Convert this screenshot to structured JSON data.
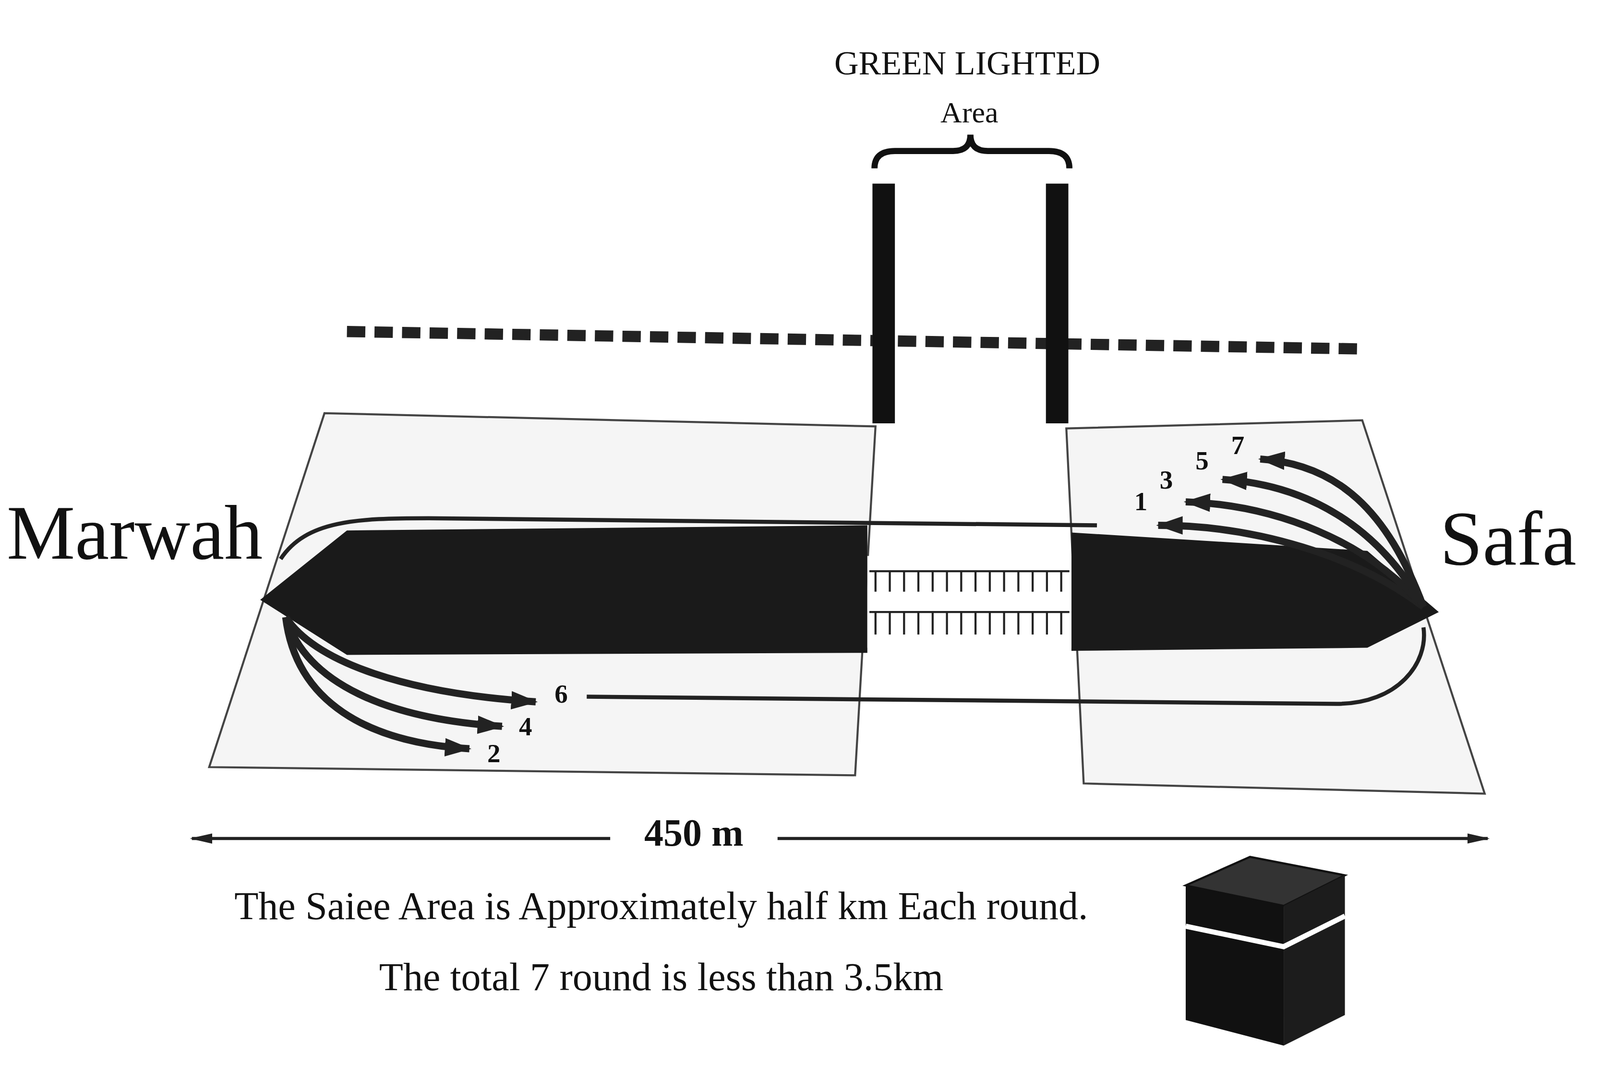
{
  "diagram": {
    "labels": [
      "GREEN LIGHTED",
      "Area",
      "Marwah",
      "Safa",
      "7",
      "5",
      "3",
      "1",
      "6",
      "4",
      "2",
      "450 m",
      "The Saiee Area is Approximately half km Each round.",
      "The total 7 round is less than 3.5km"
    ]
  }
}
